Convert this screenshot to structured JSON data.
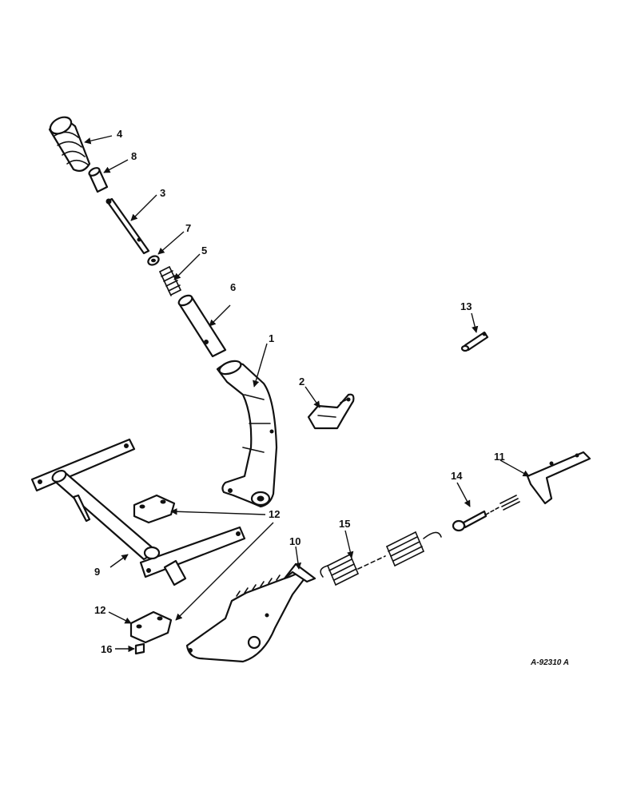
{
  "callouts": {
    "part_1": "1",
    "part_2": "2",
    "part_3": "3",
    "part_4": "4",
    "part_5": "5",
    "part_6": "6",
    "part_7": "7",
    "part_8": "8",
    "part_9": "9",
    "part_10": "10",
    "part_11": "11",
    "part_12_upper": "12",
    "part_12_lower": "12",
    "part_13": "13",
    "part_14": "14",
    "part_15": "15",
    "part_16": "16"
  },
  "drawing_number": "A-92310 A"
}
